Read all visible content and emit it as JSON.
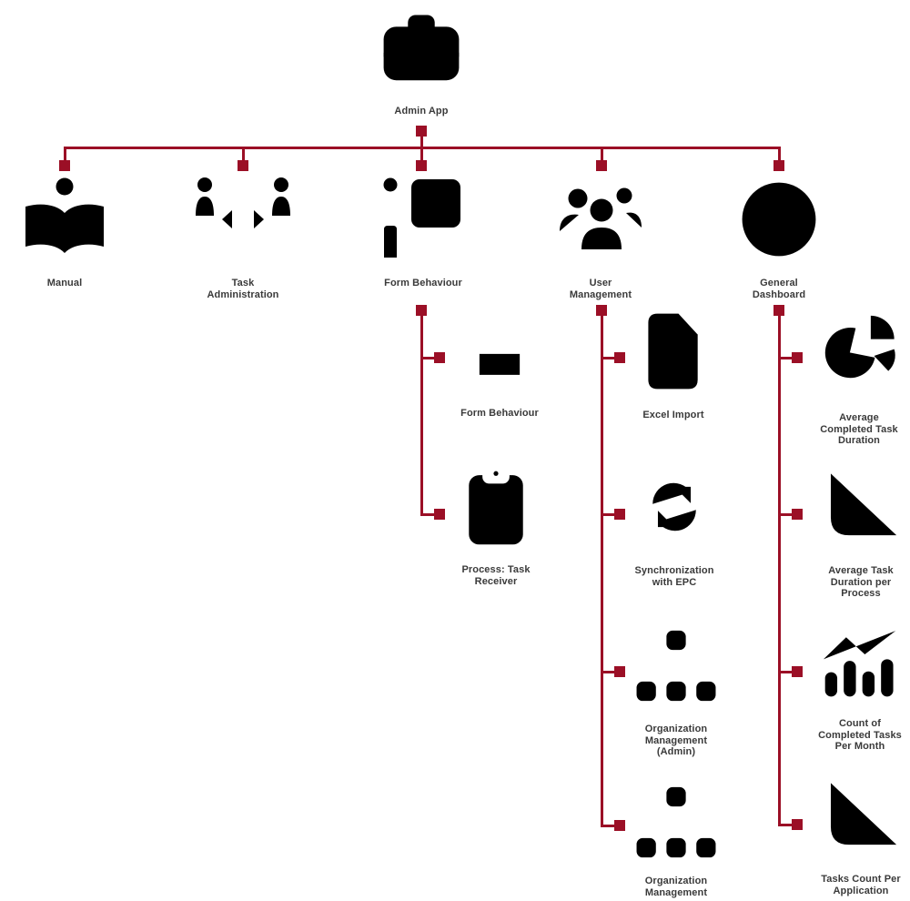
{
  "diagram": {
    "title": "Admin App feature tree",
    "colors": {
      "icon_blue": "#0d72c4",
      "connector_red": "#9b0f26",
      "label_text": "#3a3a3a"
    },
    "root": {
      "label": "Admin App",
      "icon": "toolbox-icon"
    },
    "level1": [
      {
        "label": "Manual",
        "icon": "open-book-reader-icon"
      },
      {
        "label": "Task\nAdministration",
        "icon": "people-exchange-icon"
      },
      {
        "label": "Form Behaviour",
        "icon": "presenter-board-icon"
      },
      {
        "label": "User\nManagement",
        "icon": "user-group-icon"
      },
      {
        "label": "General\nDashboard",
        "icon": "gauge-icon"
      }
    ],
    "form_behaviour_children": [
      {
        "label": "Form Behaviour",
        "icon": "stacked-tray-icon"
      },
      {
        "label": "Process: Task\nReceiver",
        "icon": "clipboard-check-icon"
      }
    ],
    "user_management_children": [
      {
        "label": "Excel Import",
        "icon": "spreadsheet-document-icon"
      },
      {
        "label": "Synchronization\nwith EPC",
        "icon": "sync-arrows-icon"
      },
      {
        "label": "Organization\nManagement\n(Admin)",
        "icon": "org-chart-icon"
      },
      {
        "label": "Organization\nManagement",
        "icon": "org-chart-icon"
      }
    ],
    "general_dashboard_children": [
      {
        "label": "Average\nCompleted Task\nDuration",
        "icon": "pie-chart-icon"
      },
      {
        "label": "Average Task\nDuration per\nProcess",
        "icon": "horizontal-bar-chart-icon"
      },
      {
        "label": "Count of\nCompleted Tasks\nPer Month",
        "icon": "line-bar-chart-icon"
      },
      {
        "label": "Tasks Count Per\nApplication",
        "icon": "horizontal-bar-chart-icon"
      }
    ]
  }
}
